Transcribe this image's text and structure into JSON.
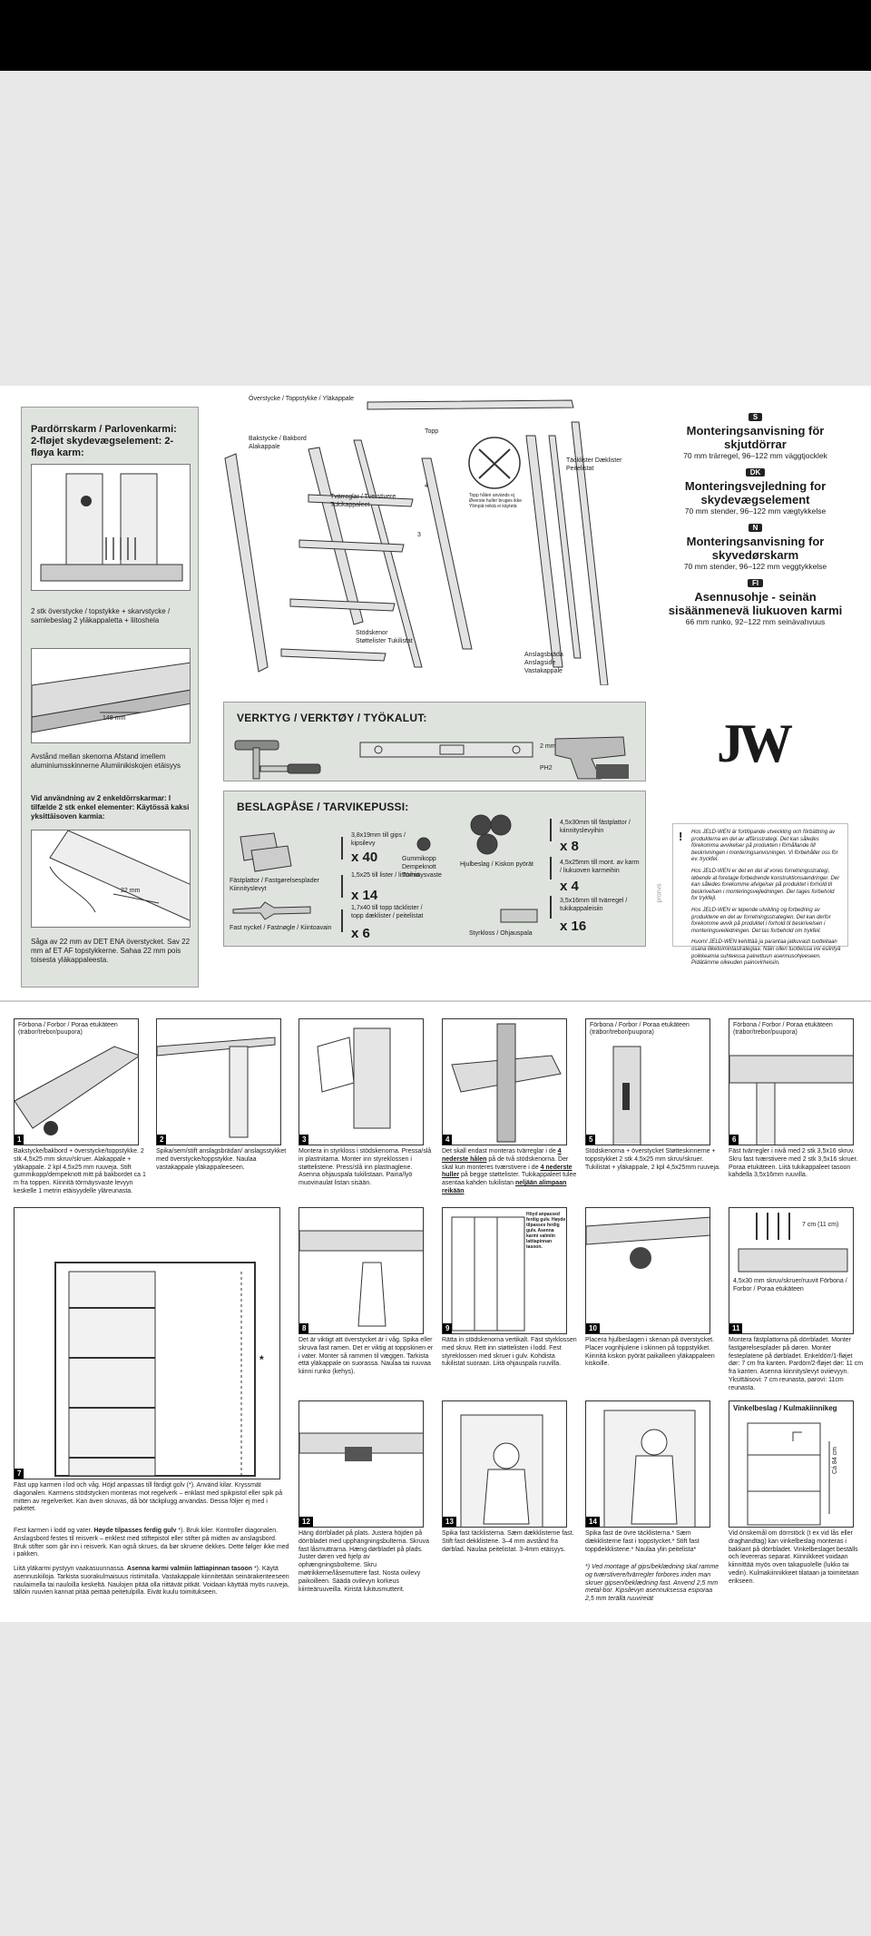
{
  "left_panel": {
    "heading": "Pardörrskarm / Parlovenkarmi: 2-fløjet skydevægselement: 2-fløya karm:",
    "fig1_text": "2 stk överstycke / topstykke + skarvstycke / samlebeslag 2 yläkappaletta + liitoshela",
    "dimension_148": "148 mm",
    "fig2_text": "Avstånd mellan skenorna Afstand imellem aluminiumsskinnerne Alumiinikiskojen etäisyys",
    "usage_heading": "Vid användning av 2 enkeldörrskarmar: I tilfælde 2 stk enkel elementer: Käytössä kaksi yksittäisoven karmia:",
    "dimension_22": "22 mm",
    "fig3_text": "Såga av 22 mm av DET ENA överstycket. Sav 22 mm af ET AF topstykkerne. Sahaa 22 mm pois toisesta yläkappaleesta."
  },
  "parts": {
    "overstycke": "Överstycke / Toppstykke / Yläkappale",
    "topp": "Topp",
    "bakstycke": "Bakstycke / Bakbord Alakappale",
    "tackl": "Täcklister Dæklister Peitelistat",
    "tvarreglar": "Tvärreglar / Tverstivere Tukikappaleet",
    "stodskenor": "Stödskenor Støttelister Tukilistat",
    "anslag": "Anslagsbräda Anslagside Vastakappale",
    "hole_note": "Topp hålen används ej Øverste huller bruges ikke Ylimpiä reikiä ei käytetä",
    "n3": "3",
    "n4": "4"
  },
  "tools": {
    "heading": "VERKTYG / VERKTØY / TYÖKALUT:",
    "drill_bit": "2 mm",
    "ph2": "PH2"
  },
  "hardware": {
    "heading": "BESLAGPÅSE / TARVIKEPUSSI:",
    "items": [
      {
        "desc": "3,8x19mm till gips / kipsilevy",
        "qty": "x 40"
      },
      {
        "desc": "1,5x25 till lister / listoihin",
        "qty": "x 14"
      },
      {
        "desc": "1,7x40 till topp täcklister / topp dæklister / peitelistat",
        "qty": "x 6"
      },
      {
        "desc": "4,5x30mm till fästplattor / kiinnityslevyihin",
        "qty": "x 8"
      },
      {
        "desc": "4,5x25mm till mont. av karm / liukuoven karmeihin",
        "qty": "x 4"
      },
      {
        "desc": "3,5x16mm till tvärregel / tukikappaleisiin",
        "qty": "x 16"
      }
    ],
    "fastplattor": "Fästplattor / Fastgørelsesplader Kiinnityslevyt",
    "gummi": "Gummikopp Dempeknott Törmäysvaste",
    "hjulbeslag": "Hjulbeslag / Kiskon pyörät",
    "fastnyckel": "Fast nyckel / Fastnøgle / Kiintoavain",
    "styrkloss": "Styrkloss / Ohjauspala"
  },
  "titles": [
    {
      "tag": "S",
      "title": "Monteringsanvisning för skjutdörrar",
      "sub": "70 mm trärregel, 96–122 mm väggtjocklek"
    },
    {
      "tag": "DK",
      "title": "Monteringsvejledning for skydevægselement",
      "sub": "70 mm stender, 96–122 mm vægtykkelse"
    },
    {
      "tag": "N",
      "title": "Monteringsanvisning for skyvedørskarm",
      "sub": "70 mm stender, 96–122 mm veggtykkelse"
    },
    {
      "tag": "FI",
      "title": "Asennusohje - seinän sisäänmenevä liukuoven karmi",
      "sub": "66 mm runko, 92–122 mm seinävahvuus"
    }
  ],
  "logo": "JW",
  "notes": [
    "Hos JELD-WEN är fortlöpande utveckling och förbättring av produkterna en del av affärsstrategi. Det kan således förekomma avvikelser på produkten i förhållande till beskrivningen i monteringsanvisningen. Vi förbehåller oss för ev. tryckfel.",
    "Hos JELD-WEN er det en del af vores forretningsstrategi, løbende at foretage forbedrende konstruktionsændringer. Der kan således forekomme afvigelser på produktet i forhold til beskrivelsen i monteringsvejledningen. Der tages forbehold for trykfejl.",
    "Hos JELD-WEN er løpende utvikling og forbedring av produktene en del av forretningsstrategien. Det kan derfor forekomme avvik på produktet i forhold til beskrivelsen i monteringsveiledningen. Det tas forbehold om trykfeil.",
    "Huom! JELD-WEN kehittää ja parantaa jatkuvasti tuotteitaan osana liiketoimintastrategiaa. Näin ollen tuotteissa voi esiintyä poikkeamia suhteessa painettuun asennusohjeeseen. Pidätämme oikeuden painovirheisiin."
  ],
  "steps": {
    "s1_head": "Förbona / Forbor / Poraa etukäteen (träbor/trebor/puupora)",
    "s1": "Bakstycke/bakbord + överstycke/toppstykke. 2 stk 4,5x25 mm skruv/skruer. Alakappale + yläkappale. 2 kpl 4,5x25 mm ruuveja. Stift gummikopp/dempeknott mitt på bakbordet ca 1 m fra toppen. Kiinnitä törmäysvaste levyyn keskelle 1 metrin etäisyydelle yläreunasta.",
    "s2": "Spika/sem/stift anslagsbrädan/ anslagsstykket med överstycke/toppstykke. Naulaa vastakappale yläkappaleeseen.",
    "s3": "Montera in styrkloss i stödskenorna. Pressa/slå in plastnitarna. Monter inn styreklossen i støttelistene. Press/slå inn plastnaglene. Asenna ohjauspala tukilistaan. Paina/lyö muovinaulat listan sisään.",
    "s4_a": "Det skall endast monteras tvärreglar i de",
    "s4_u1": "4 nederste hålen",
    "s4_b": "på de två stödskenorna. Der skal kun monteres tværstivere i de",
    "s4_u2": "4 nederste huller",
    "s4_c": "på begge støttelister. Tukikappaleet tulee asentaa kahden tukilistan",
    "s4_u3": "neljään alimpaan reikään",
    "s5_head": "Förbona / Forbor / Poraa etukäteen (träbor/trebor/puupora)",
    "s5": "Stödskenorna + överstycket Støtteskinnerne + toppstykket 2 stk 4,5x25 mm skruv/skruer. Tukilistat + yläkappale, 2 kpl 4,5x25mm ruuveja.",
    "s6_head": "Förbona / Forbor / Poraa etukäteen (träbor/trebor/puupora)",
    "s6": "Fäst tvärregler i nivå med 2 stk 3,5x16 skruv. Skru fast tværstivere med 2 stk 3,5x16 skruer. Poraa etukäteen. Liitä tukikappaleet tasoon kahdella 3,5x16mm ruuvilla.",
    "s7_a": "Fäst upp karmen i lod och våg. Höjd anpassas till färdigt golv (*). Använd kilar. Kryssmät diagonalen. Karmens stödstycken monteras mot regelverk – enklast med spikpistol eller spik på mitten av regelverket. Kan även skruvas, då bör täckplugg användas. Dessa följer ej med i paketet.",
    "s7_b1": "Fest karmen i lodd og vater.",
    "s7_b2": "Høyde tilpasses ferdig gulv",
    "s7_b3": "*). Bruk kiler. Kontroller diagonalen. Anslagsbord festes til reisverk – enklest med stiftepistol eller stifter på midten av anslagsbord. Bruk stifter som går inn i reisverk. Kan også skrues, da bør skruene dekkes. Dette følger ikke med i pakken.",
    "s7_c1": "Liitä yläkarmi pystyyn vaakasuunnassa.",
    "s7_c2": "Asenna karmi valmiin lattiapinnan tasoon",
    "s7_c3": "*). Käytä asennuskiiloja. Tarkista suorakulmaisuus ristimitalla. Vastakappale kiinnitetään seinärakenteeseen naulaimella tai nauloilla keskeltä. Naulojen pitää olla riittävät pitkät. Voidaan käyttää myös ruuveja, tällöin ruuvien kannat pitää peittää peitetulpilla. Eivät kuulu toimitukseen.",
    "s7_star": "*",
    "s8": "Det är viktigt att överstycket är i våg. Spika eller skruva fast ramen. Det er viktig at toppskinen er i vater. Monter så rammen til væggen. Tarkista että yläkappale on suorassa. Naulaa tai ruuvaa kiinni runko (kehys).",
    "s9_box": "Höyd anpassed ferdig gulv. Høyde tilpasses ferdig gulv. Asenna karmi valmiin lattiapinnan tasoon.",
    "s9": "Rätta in stödskenorna vertikalt. Fäst styrklossen med skruv. Rett inn støttelisten i lodd. Fest styreklossen med skruer i gulv. Kohdista tukilistat suoraan. Liitä ohjauspala ruuvilla.",
    "s10": "Placera hjulbeslagen i skenan på överstycket. Placer vognhjulene i skinnen på toppstykket. Kiinnitä kiskon pyörät paikalleen yläkappaleen kiskoille.",
    "s11_dim": "7 cm (11 cm)",
    "s11_head": "4,5x30 mm skruv/skruer/ruuvit Förbona / Forbor / Poraa etukäteen",
    "s11": "Montera fästplattorna på dörrbladet. Monter fastgørelsesplader på døren. Monter festeplatene på dørbladet. Enkeldörr/1-fløjet dør: 7 cm fra kanten. Pardörr/2-fløjet dør: 11 cm fra kanten. Asenna kiinnityslevyt oviievyyn. Yksittäisovi: 7 cm reunasta, parovi: 11cm reunasta.",
    "vinkel_head": "Vinkelbeslag / Kulmakiinnikeg",
    "vinkel_dim": "Cá 84 cm",
    "vinkel": "Vid önskemål om dörrstöck (t ex vid lås eller draghandtag) kan vinkelbeslag monteras i bakkant på dörrbladet. Vinkelbeslaget beställs och levereras separat. Kiinnikkeet voidaan kiinnittää myös oven takapuolelle (lukko tai vedin). Kulmakiinnikkeet tilataan ja toimitetaan erikseen.",
    "s12": "Häng dörrbladet på plats. Justera höjden på dörrbladet med upphängningsbulterna. Skruva fast låsmuttrarna. Hæng dørbladet på plads. Juster døren ved hjelp av ophængningsbolterne. Skru møtrikkerne/låsemuttere fast. Nosta ovilevy paikoilleen. Säädä ovilevyn korkeus kiinteäruuveilla. Kiristä lukitusmutterit.",
    "s13": "Spika fast täcklisterna. Sæm dækklisterne fast. Stift fast dekklistene. 3–4 mm avstånd fra dørblad. Naulaa peitelistat. 3-4mm etäisyys.",
    "s14_a": "Spika fast de övre täcklisterna.* Sæm dækklisterne fast i toppstycket.* Stift fast toppdekklistene.* Naulaa ylin peitelista*",
    "s14_b": "*) Ved montage af gips/beklædning skal ramme og tværstivere/tvärregler forbores inden man skruer gipsen/beklædning fast. Anvend 2,5 mm metal-bor. Kipsilevyn asennuksessa esiporaa 2,5 mm terällä ruuvireiät",
    "num": {
      "n1": "1",
      "n2": "2",
      "n3": "3",
      "n4": "4",
      "n5": "5",
      "n6": "6",
      "n7": "7",
      "n8": "8",
      "n9": "9",
      "n10": "10",
      "n11": "11",
      "n12": "12",
      "n13": "13",
      "n14": "14"
    }
  },
  "side_code": "pronvs"
}
